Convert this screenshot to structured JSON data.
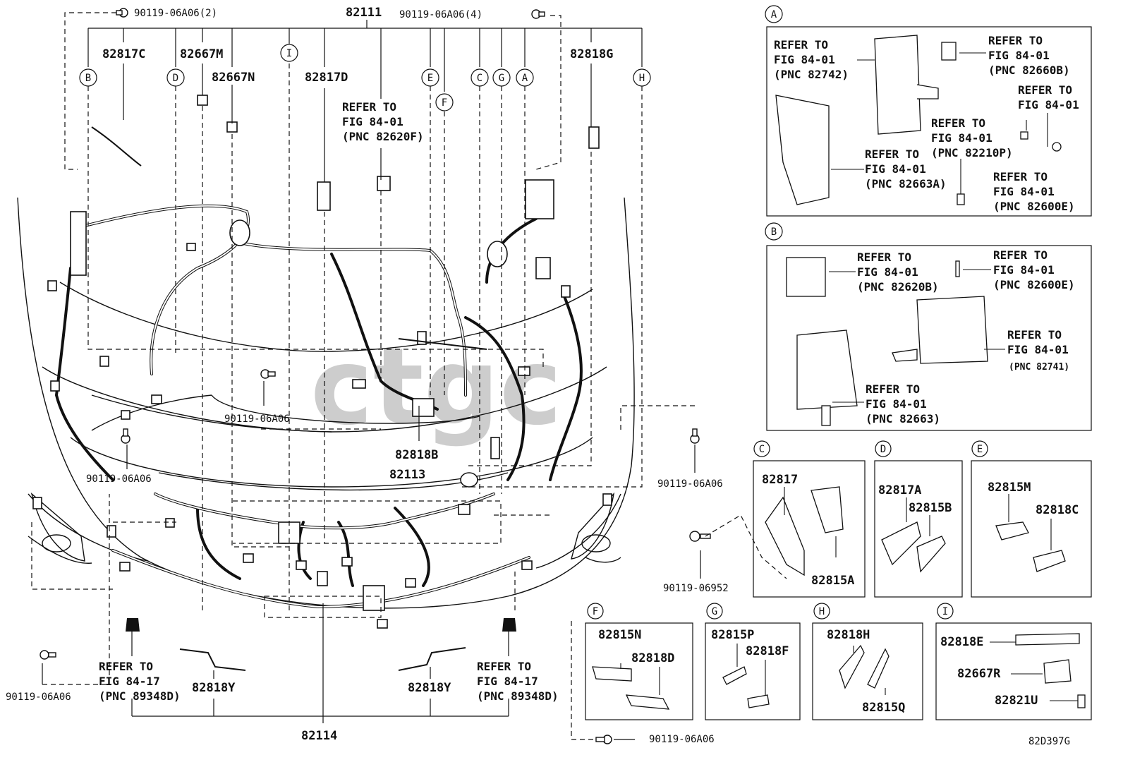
{
  "watermark": "ctgc",
  "diagram_code": "82D397G",
  "main": {
    "part_82111": "82111",
    "part_82113": "82113",
    "part_82114": "82114",
    "part_82817C": "82817C",
    "part_82667M": "82667M",
    "part_82667N": "82667N",
    "part_82817D": "82817D",
    "part_82818G": "82818G",
    "part_82818B": "82818B",
    "part_82818Y_left": "82818Y",
    "part_82818Y_right": "82818Y",
    "bolt_top_left": "90119-06A06(2)",
    "bolt_top_right": "90119-06A06(4)",
    "bolt_center": "90119-06A06",
    "bolt_left_mid": "90119-06A06",
    "bolt_right_mid": "90119-06A06",
    "bolt_bottom_left": "90119-06A06",
    "bolt_bottom_right": "90119-06A06",
    "bolt_c": "90119-06952",
    "ref_center": [
      "REFER TO",
      "FIG 84-01",
      "(PNC 82620F)"
    ],
    "ref_left_bottom": [
      "REFER TO",
      "FIG 84-17",
      "(PNC 89348D)"
    ],
    "ref_right_bottom": [
      "REFER TO",
      "FIG 84-17",
      "(PNC 89348D)"
    ]
  },
  "callouts": [
    "A",
    "B",
    "C",
    "D",
    "E",
    "F",
    "G",
    "H",
    "I"
  ],
  "box_a": {
    "ref1": [
      "REFER TO",
      "FIG 84-01",
      "(PNC 82742)"
    ],
    "ref2": [
      "REFER TO",
      "FIG 84-01",
      "(PNC 82660B)"
    ],
    "ref3": [
      "REFER TO",
      "FIG 84-01"
    ],
    "ref4": [
      "REFER TO",
      "FIG 84-01",
      "(PNC 82210P)"
    ],
    "ref5": [
      "REFER TO",
      "FIG 84-01",
      "(PNC 82663A)"
    ],
    "ref6": [
      "REFER TO",
      "FIG 84-01",
      "(PNC 82600E)"
    ]
  },
  "box_b": {
    "ref1": [
      "REFER TO",
      "FIG 84-01",
      "(PNC 82620B)"
    ],
    "ref2": [
      "REFER TO",
      "FIG 84-01",
      "(PNC 82600E)"
    ],
    "ref3": [
      "REFER TO",
      "FIG 84-01",
      "(PNC 82741)"
    ],
    "ref4": [
      "REFER TO",
      "FIG 84-01",
      "(PNC 82663)"
    ]
  },
  "box_c": {
    "p1": "82817",
    "p2": "82815A"
  },
  "box_d": {
    "p1": "82817A",
    "p2": "82815B"
  },
  "box_e": {
    "p1": "82815M",
    "p2": "82818C"
  },
  "box_f": {
    "p1": "82815N",
    "p2": "82818D"
  },
  "box_g": {
    "p1": "82815P",
    "p2": "82818F"
  },
  "box_h": {
    "p1": "82818H",
    "p2": "82815Q"
  },
  "box_i": {
    "p1": "82818E",
    "p2": "82667R",
    "p3": "82821U"
  }
}
